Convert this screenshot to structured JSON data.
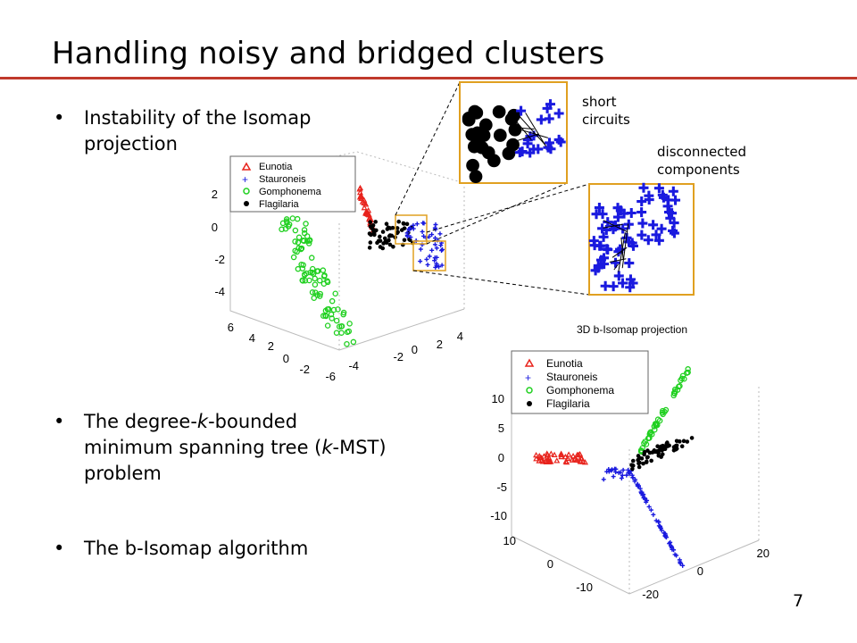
{
  "slide": {
    "title": "Handling noisy and bridged clusters",
    "page_number": "7",
    "accent_color": "#c0392b"
  },
  "bullets": [
    {
      "symbol": "•",
      "html": "Instability of the Isomap projection"
    },
    {
      "symbol": "•",
      "html": "The degree-<i>k</i>-bounded minimum spanning tree (<i>k</i>-MST) problem"
    },
    {
      "symbol": "•",
      "html": "The b-Isomap algorithm"
    }
  ],
  "annotations": {
    "short_circuits": "short circuits",
    "disconnected_components": "disconnected components"
  },
  "chart_data": [
    {
      "type": "scatter",
      "title": "",
      "legend": [
        "Eunotia",
        "Stauroneis",
        "Gomphonema",
        "Flagilaria"
      ],
      "legend_placement": "top-left",
      "series_colors": {
        "Eunotia": "#e8231c",
        "Stauroneis": "#1a1adf",
        "Gomphonema": "#20d020",
        "Flagilaria": "#000000"
      },
      "z_ticks": [
        "2",
        "0",
        "-2",
        "-4"
      ],
      "y_ticks": [
        "6",
        "4",
        "2",
        "0",
        "-2"
      ],
      "x_ticks": [
        "-6",
        "-4",
        "-2",
        "0",
        "2",
        "4"
      ]
    },
    {
      "type": "scatter",
      "title": "3D b-Isomap projection",
      "legend": [
        "Eunotia",
        "Stauroneis",
        "Gomphonema",
        "Flagilaria"
      ],
      "legend_placement": "top-left",
      "z_ticks": [
        "10",
        "5",
        "0",
        "-5",
        "-10"
      ],
      "y_ticks": [
        "10",
        "0",
        "-10"
      ],
      "x_ticks": [
        "-20",
        "0",
        "20"
      ]
    }
  ]
}
